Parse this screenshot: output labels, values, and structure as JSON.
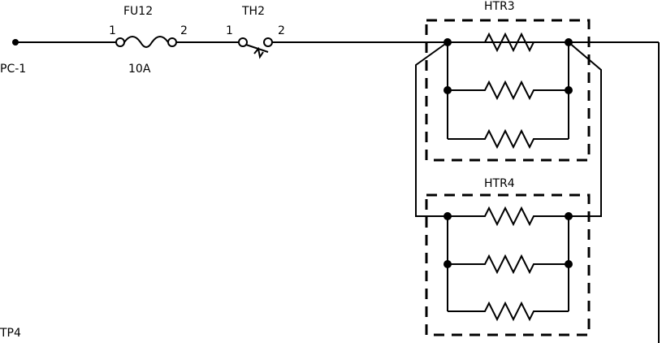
{
  "source": {
    "label": "PC-1"
  },
  "fuse": {
    "name": "FU12",
    "rating": "10A",
    "pin_in": "1",
    "pin_out": "2"
  },
  "switch": {
    "name": "TH2",
    "pin_in": "1",
    "pin_out": "2"
  },
  "heater_top": {
    "name": "HTR3"
  },
  "heater_bottom": {
    "name": "HTR4"
  },
  "test_point": {
    "label": "TP4"
  },
  "colors": {
    "line": "#000000",
    "background": "#ffffff"
  }
}
